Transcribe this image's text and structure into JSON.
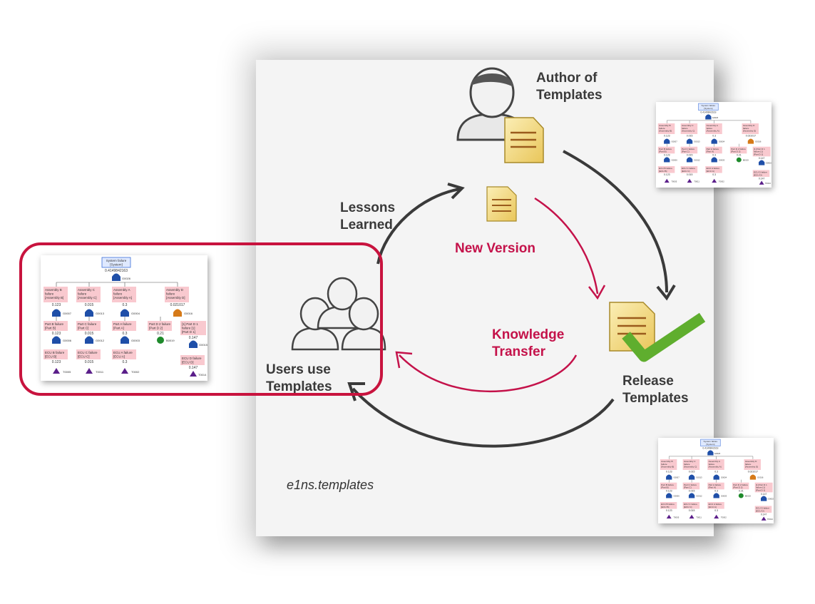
{
  "labels": {
    "author_line1": "Author of",
    "author_line2": "Templates",
    "lessons_line1": "Lessons",
    "lessons_line2": "Learned",
    "new_version": "New Version",
    "knowledge_line1": "Knowledge",
    "knowledge_line2": "Transfer",
    "users_line1": "Users use",
    "users_line2": "Templates",
    "release_line1": "Release",
    "release_line2": "Templates",
    "watermark": "e1ns.templates"
  },
  "fault_tree": {
    "top_label": "System failure\n[System]",
    "top_value": "0.4149842163",
    "top_gate": "G0026",
    "branches": [
      {
        "label": "Assembly B\nfailure\n[Assembly B]",
        "value": "0.123",
        "gate": "G0007",
        "part": "Part B failure\n[Part B]",
        "part_value": "0.123",
        "part_gate": "G0006",
        "ecu": "ECU B failure\n[ECU B]",
        "ecu_value": "0.123",
        "event": "T0005"
      },
      {
        "label": "Assembly C\nfailure\n[Assembly C]",
        "value": "0.015",
        "gate": "G0013",
        "part": "Part C failure\n[Part C]",
        "part_value": "0.015",
        "part_gate": "G0012",
        "ecu": "ECU C failure\n[ECU C]",
        "ecu_value": "0.015",
        "event": "T0011"
      },
      {
        "label": "Assembly A\nfailure\n[Assembly A]",
        "value": "0.3",
        "gate": "G0004",
        "part": "Part A failure\n[Part A]",
        "part_value": "0.3",
        "part_gate": "G0003",
        "ecu": "ECU A failure\n[ECU A]",
        "ecu_value": "0.3",
        "event": "T0002"
      },
      {
        "label": "Assembly D\nfailure\n[Assembly D]",
        "value": "0.021017",
        "gate": "G0016",
        "part": "Part D 2 failure\n[Part D 2]",
        "part_value": "0.21",
        "part_gate": "B0019",
        "part2": "[1] Part D 1\nfailure [1]\n[Part D 1]",
        "part2_value": "0.147",
        "part2_gate": "G0015",
        "ecu": "ECU D failure\n[ECU D]",
        "ecu_value": "0.147",
        "event": "T0014"
      }
    ]
  },
  "colors": {
    "accent_red": "#c4124a",
    "highlight_border": "#c8133e",
    "dark_arrow": "#3a3a3a",
    "checkmark": "#5fae2e",
    "document": "#f3d77a"
  },
  "icons": [
    "author-person-icon",
    "document-icon",
    "users-group-icon",
    "release-document-icon",
    "checkmark-icon"
  ]
}
